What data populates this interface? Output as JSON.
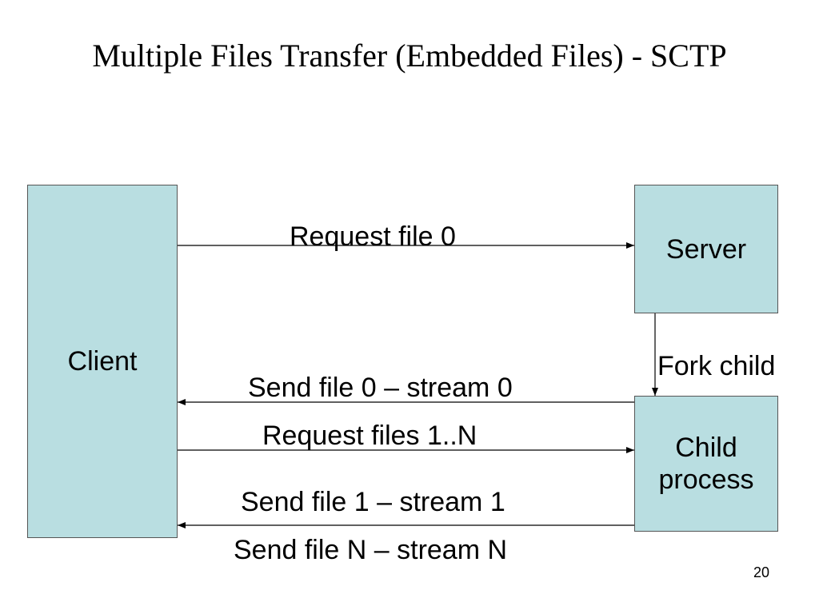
{
  "slide": {
    "title": "Multiple Files Transfer (Embedded Files) - SCTP",
    "page_number": "20"
  },
  "colors": {
    "box_fill": "#b9dee1",
    "box_border": "#555555",
    "arrow": "#000000"
  },
  "nodes": {
    "client": "Client",
    "server": "Server",
    "child": "Child process"
  },
  "messages": {
    "request_file_0": "Request file 0",
    "fork_child": "Fork child",
    "send_file_0": "Send file 0 – stream 0",
    "request_files": "Request files 1..N",
    "send_file_1": "Send file 1 – stream 1",
    "send_file_n": "Send file N – stream N"
  }
}
